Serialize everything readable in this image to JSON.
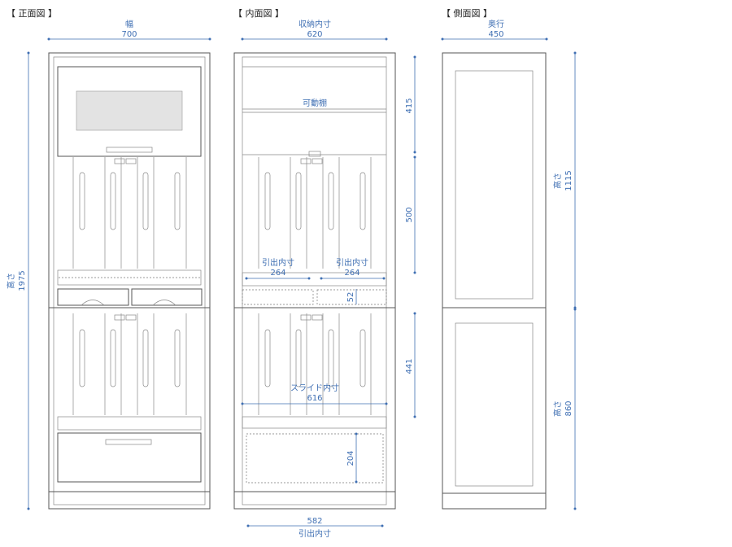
{
  "views": {
    "front": {
      "title": "【 正面図 】",
      "width_label": "幅",
      "width": "700",
      "height_label": "高さ",
      "height": "1975"
    },
    "interior": {
      "title": "【 内面図 】",
      "storage_label": "収納内寸",
      "storage": "620",
      "shelf_label": "可動棚",
      "drawer_label_left": "引出内寸",
      "drawer_left": "264",
      "drawer_label_right": "引出内寸",
      "drawer_right": "264",
      "slide_label": "スライド内寸",
      "slide": "616",
      "bottom_label": "引出内寸",
      "bottom": "582",
      "d415": "415",
      "d500": "500",
      "d441": "441",
      "d52": "52",
      "d204": "204"
    },
    "side": {
      "title": "【 側面図 】",
      "depth_label": "奥行",
      "depth": "450",
      "h1_label": "高さ",
      "h1": "1115",
      "h2_label": "高さ",
      "h2": "860"
    }
  }
}
